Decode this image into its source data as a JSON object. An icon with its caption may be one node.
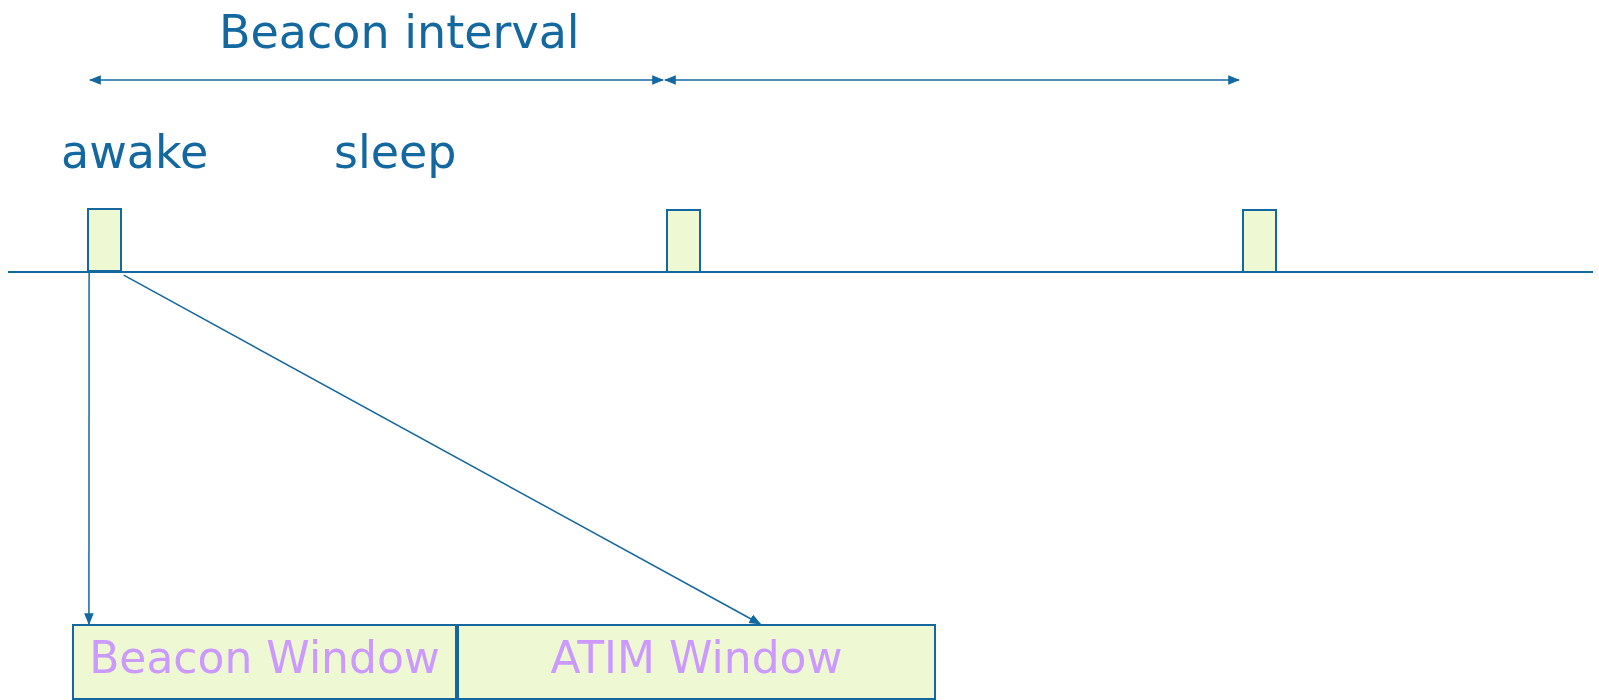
{
  "diagram": {
    "nodes": [
      {
        "text": [],
        "shape": "box"
      },
      {
        "text": [],
        "shape": "box"
      },
      {
        "text": [],
        "shape": "box"
      },
      {
        "text": [
          "Beacon Window"
        ]
      },
      {
        "text": [
          "ATIM Window"
        ]
      }
    ],
    "edges": [
      {
        "from": 0,
        "to": 3,
        "arrow": "to"
      },
      {
        "from": 0,
        "to": 4,
        "arrow": "to"
      }
    ],
    "labels": [
      "Beacon interval",
      "awake",
      "sleep"
    ]
  }
}
